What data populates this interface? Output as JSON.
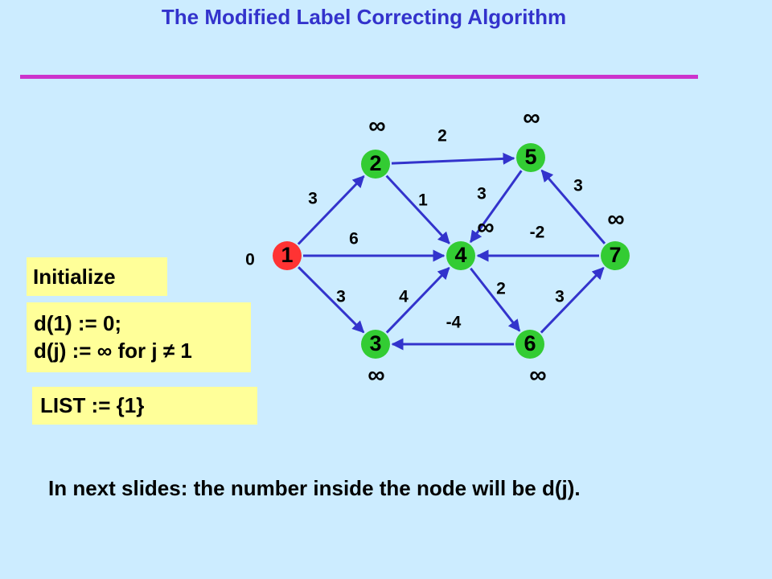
{
  "title": "The Modified Label Correcting Algorithm",
  "initialize_label": "Initialize",
  "init_line1": "d(1) := 0;",
  "init_line2_a": "d(j) := ",
  "init_line2_inf": "∞",
  "init_line2_b": " for j ",
  "init_line2_neq": "≠",
  "init_line2_c": " 1",
  "list_label": "LIST := {1}",
  "footer_note": "In next slides:  the number inside the node will be d(j).",
  "colors": {
    "background": "#ccecff",
    "title": "#3333cc",
    "rule": "#cc33cc",
    "box": "#ffff99",
    "node_start": "#ff3333",
    "node": "#33cc33",
    "edge": "#3333cc"
  },
  "graph": {
    "nodes": [
      {
        "id": "1",
        "label": "1",
        "distance": "0",
        "start": true
      },
      {
        "id": "2",
        "label": "2",
        "distance": "∞"
      },
      {
        "id": "3",
        "label": "3",
        "distance": "∞"
      },
      {
        "id": "4",
        "label": "4",
        "distance": "∞"
      },
      {
        "id": "5",
        "label": "5",
        "distance": "∞"
      },
      {
        "id": "6",
        "label": "6",
        "distance": "∞"
      },
      {
        "id": "7",
        "label": "7",
        "distance": "∞"
      }
    ],
    "edges": [
      {
        "from": "1",
        "to": "2",
        "weight": "3"
      },
      {
        "from": "1",
        "to": "4",
        "weight": "6"
      },
      {
        "from": "1",
        "to": "3",
        "weight": "3"
      },
      {
        "from": "2",
        "to": "5",
        "weight": "2"
      },
      {
        "from": "2",
        "to": "4",
        "weight": "1"
      },
      {
        "from": "5",
        "to": "4",
        "weight": "3"
      },
      {
        "from": "7",
        "to": "5",
        "weight": "3"
      },
      {
        "from": "7",
        "to": "4",
        "weight": "-2"
      },
      {
        "from": "3",
        "to": "4",
        "weight": "4"
      },
      {
        "from": "4",
        "to": "6",
        "weight": "2"
      },
      {
        "from": "6",
        "to": "3",
        "weight": "-4"
      },
      {
        "from": "6",
        "to": "7",
        "weight": "3"
      }
    ]
  }
}
